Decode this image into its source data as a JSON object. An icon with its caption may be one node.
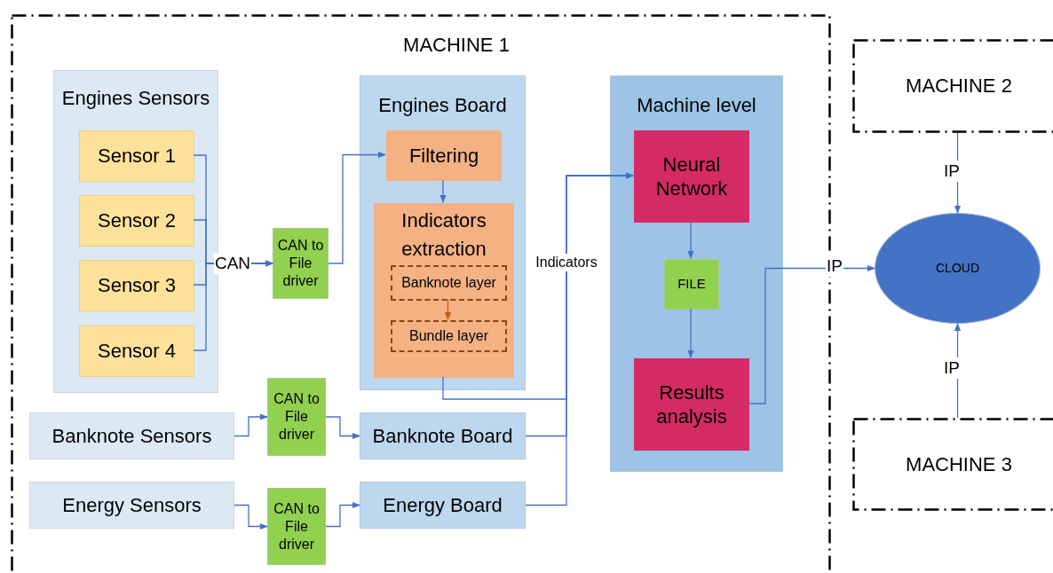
{
  "diagram": {
    "nodes": [
      {
        "text": [
          "MACHINE 1"
        ]
      },
      {
        "text": [
          "Engines Sensors"
        ],
        "in": 0
      },
      {
        "text": [
          "Sensor 1"
        ],
        "in": 1
      },
      {
        "text": [
          "Sensor 2"
        ],
        "in": 1
      },
      {
        "text": [
          "Sensor 3"
        ],
        "in": 1
      },
      {
        "text": [
          "Sensor 4"
        ],
        "in": 1
      },
      {
        "text": [
          "CAN to File driver"
        ],
        "in": 0
      },
      {
        "text": [
          "Engines Board"
        ],
        "in": 0
      },
      {
        "text": [
          "Filtering"
        ],
        "in": 7
      },
      {
        "text": [
          "Indicators extraction"
        ],
        "in": 7
      },
      {
        "text": [
          "Banknote layer"
        ],
        "in": 9
      },
      {
        "text": [
          "Bundle layer"
        ],
        "in": 9
      },
      {
        "text": [
          "Banknote Sensors"
        ],
        "in": 0
      },
      {
        "text": [
          "CAN to File driver"
        ],
        "in": 0
      },
      {
        "text": [
          "Banknote Board"
        ],
        "in": 0
      },
      {
        "text": [
          "Energy Sensors"
        ],
        "in": 0
      },
      {
        "text": [
          "CAN to File driver"
        ],
        "in": 0
      },
      {
        "text": [
          "Energy Board"
        ],
        "in": 0
      },
      {
        "text": [
          "Machine level"
        ],
        "in": 0
      },
      {
        "text": [
          "Neural Network"
        ],
        "in": 18
      },
      {
        "text": [
          "FILE"
        ],
        "in": 18
      },
      {
        "text": [
          "Results analysis"
        ],
        "in": 18
      },
      {
        "text": [
          "MACHINE 2"
        ]
      },
      {
        "text": [
          "CLOUD"
        ]
      },
      {
        "text": [
          "MACHINE 3"
        ]
      }
    ],
    "edges": [
      {
        "from": 2,
        "to": 6,
        "arrow": "to",
        "label": "CAN"
      },
      {
        "from": 3,
        "to": 6,
        "arrow": "to"
      },
      {
        "from": 4,
        "to": 6,
        "arrow": "to"
      },
      {
        "from": 5,
        "to": 6,
        "arrow": "to"
      },
      {
        "from": 6,
        "to": 8,
        "arrow": "to"
      },
      {
        "from": 8,
        "to": 9,
        "arrow": "to"
      },
      {
        "from": 10,
        "to": 11,
        "arrow": "to",
        "color": "#c55a11"
      },
      {
        "from": 9,
        "to": 19,
        "arrow": "to",
        "label": "Indicators"
      },
      {
        "from": 14,
        "to": 19,
        "arrow": "to"
      },
      {
        "from": 17,
        "to": 19,
        "arrow": "to"
      },
      {
        "from": 12,
        "to": 13,
        "arrow": "to"
      },
      {
        "from": 13,
        "to": 14,
        "arrow": "to"
      },
      {
        "from": 15,
        "to": 16,
        "arrow": "to"
      },
      {
        "from": 16,
        "to": 17,
        "arrow": "to"
      },
      {
        "from": 19,
        "to": 20,
        "arrow": "to"
      },
      {
        "from": 20,
        "to": 21,
        "arrow": "to"
      },
      {
        "from": 21,
        "to": 23,
        "arrow": "to",
        "label": "IP"
      },
      {
        "from": 22,
        "to": 23,
        "arrow": "to",
        "label": "IP"
      },
      {
        "from": 24,
        "to": 23,
        "arrow": "to",
        "label": "IP"
      }
    ]
  }
}
